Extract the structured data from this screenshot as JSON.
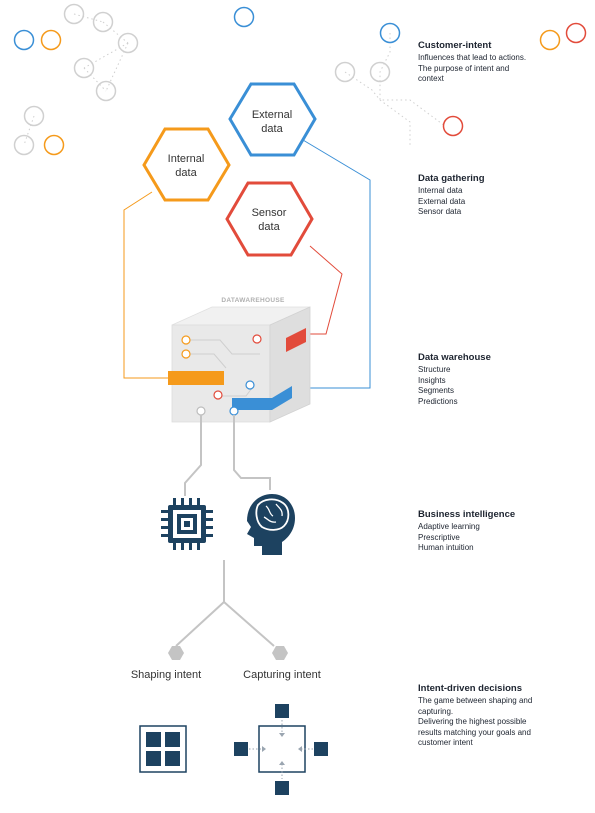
{
  "colors": {
    "orange": "#F59A1B",
    "blue": "#3A8FD6",
    "red": "#E24B3B",
    "navy": "#1D4260",
    "gray": "#BDBDBD"
  },
  "hexagons": {
    "external": "External data",
    "internal": "Internal data",
    "sensor": "Sensor data"
  },
  "warehouse_label": "DATAWAREHOUSE",
  "branches": {
    "shaping": "Shaping intent",
    "capturing": "Capturing intent"
  },
  "icons": {
    "chip": "cpu-chip-icon",
    "head": "human-brain-head-icon",
    "grid": "four-squares-grid-icon",
    "target": "converging-squares-icon"
  },
  "sections": [
    {
      "heading": "Customer-intent",
      "lines": [
        "Influences that lead to actions.",
        "The purpose of intent and",
        "context"
      ]
    },
    {
      "heading": "Data gathering",
      "lines": [
        "Internal data",
        "External data",
        "Sensor data"
      ]
    },
    {
      "heading": "Data warehouse",
      "lines": [
        "Structure",
        "Insights",
        "Segments",
        "Predictions"
      ]
    },
    {
      "heading": "Business intelligence",
      "lines": [
        "Adaptive learning",
        "Prescriptive",
        "Human intuition"
      ]
    },
    {
      "heading": "Intent-driven decisions",
      "lines": [
        "The game between shaping and",
        "capturing.",
        "Delivering the highest possible",
        "results matching your goals and",
        "customer intent"
      ]
    }
  ]
}
